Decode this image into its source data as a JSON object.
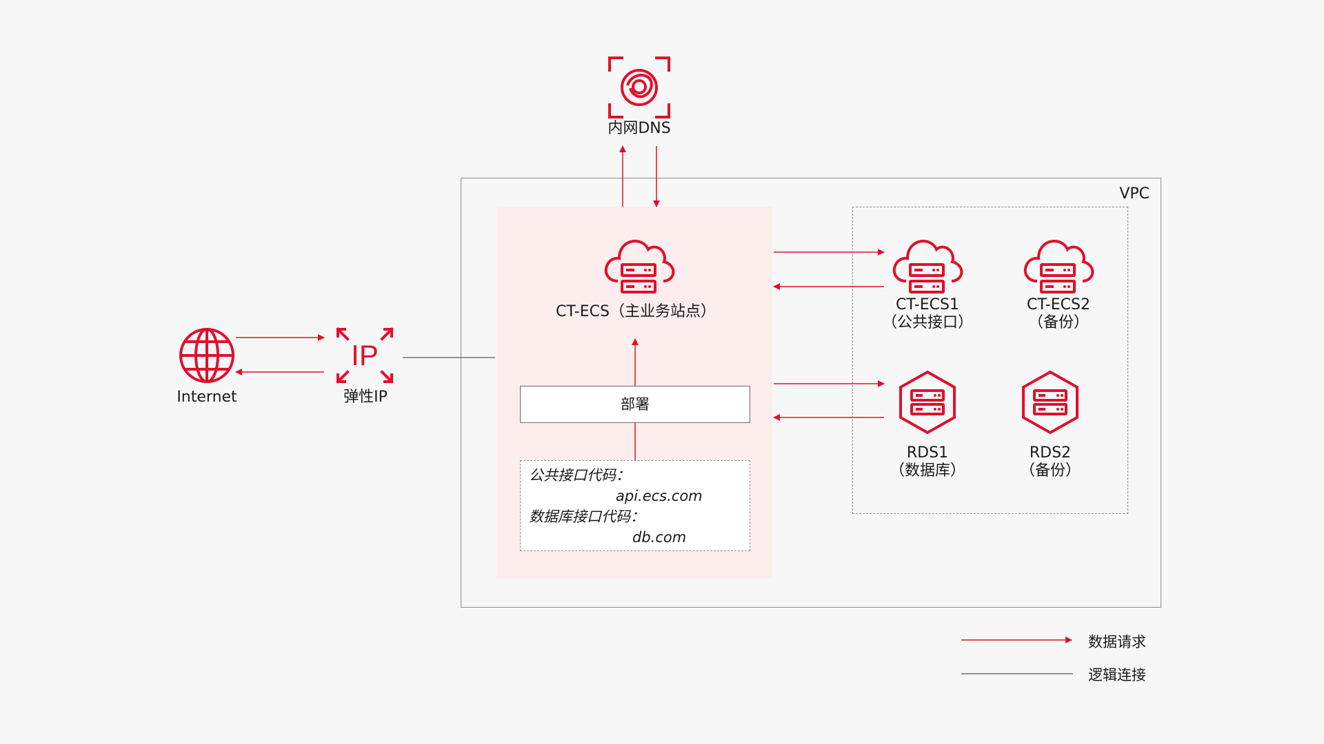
{
  "nodes": {
    "dns": "内网DNS",
    "vpc": "VPC",
    "main_ecs": "CT-ECS（主业务站点）",
    "ecs1": {
      "name": "CT-ECS1",
      "role": "（公共接口）"
    },
    "ecs2": {
      "name": "CT-ECS2",
      "role": "（备份）"
    },
    "rds1": {
      "name": "RDS1",
      "role": "（数据库）"
    },
    "rds2": {
      "name": "RDS2",
      "role": "（备份）"
    },
    "internet": "Internet",
    "eip": "弹性IP",
    "eip_icon_text": "IP",
    "deploy": "部署"
  },
  "code": {
    "public_api_label": "公共接口代码：",
    "public_api_value": "api.ecs.com",
    "db_api_label": "数据库接口代码：",
    "db_api_value": "db.com"
  },
  "legend": {
    "data_request": "数据请求",
    "logical_link": "逻辑连接"
  },
  "colors": {
    "accent": "#e0102c",
    "panel": "#fdeeee",
    "line": "#5a5a5a"
  }
}
